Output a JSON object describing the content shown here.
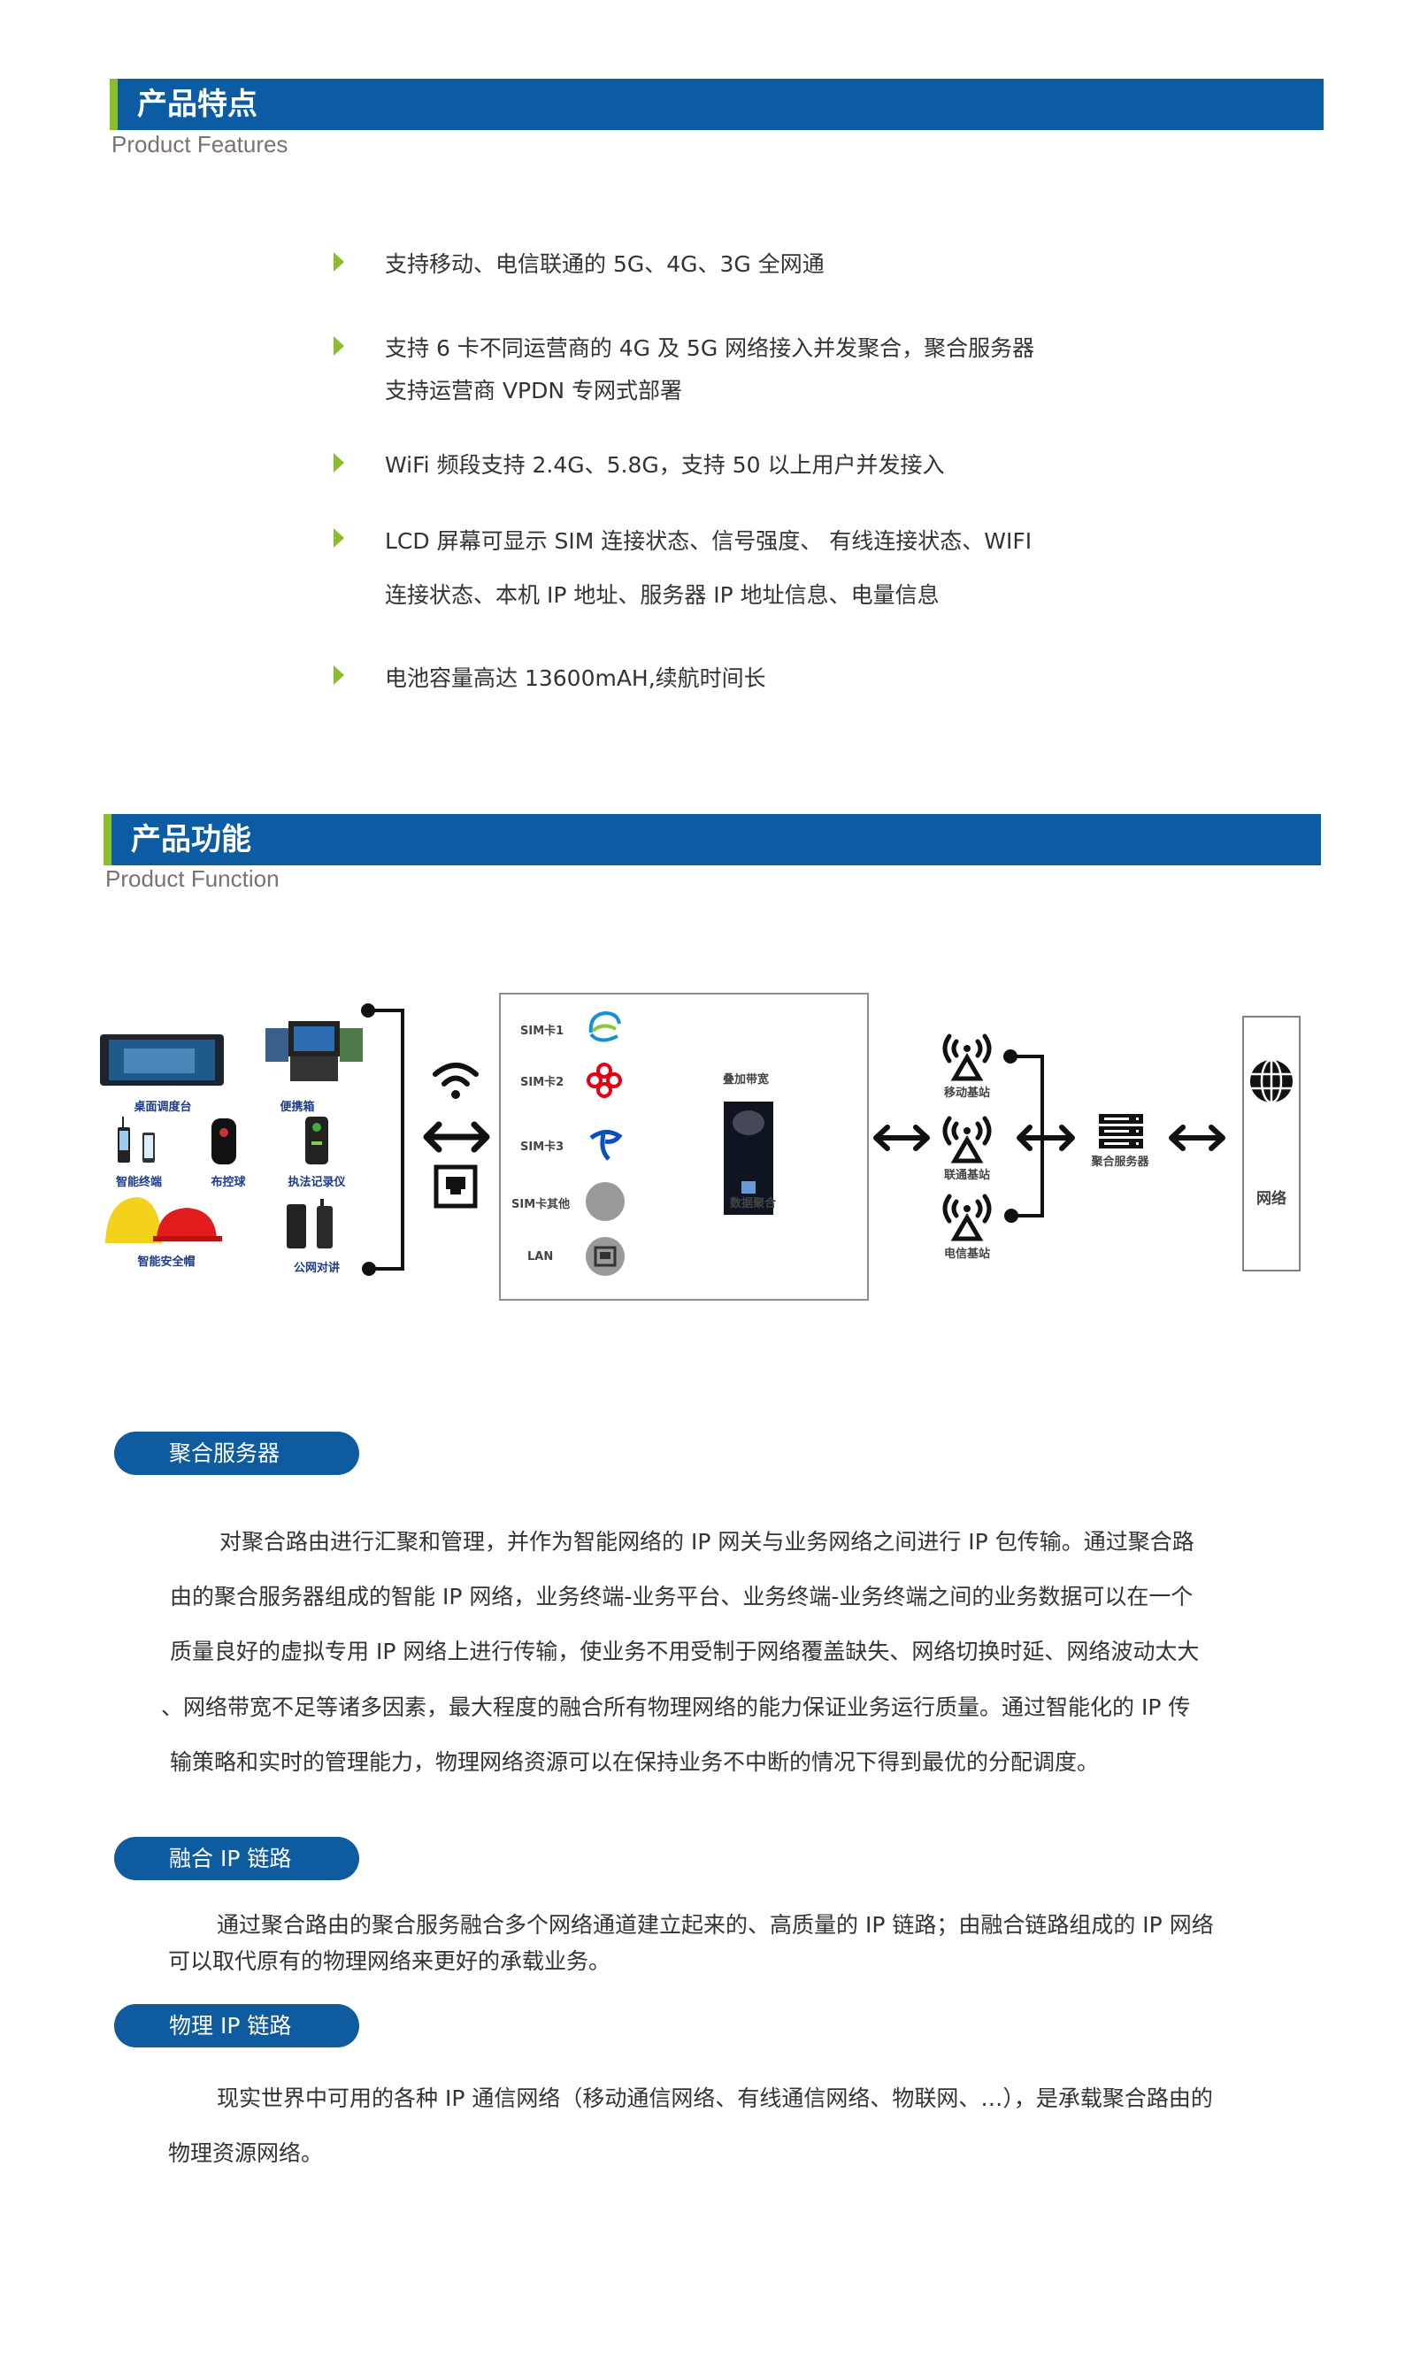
{
  "features": {
    "title": "产品特点",
    "subtitle": "Product Features",
    "items": [
      [
        "支持移动、电信联通的 5G、4G、3G 全网通"
      ],
      [
        "支持 6 卡不同运营商的 4G 及 5G 网络接入并发聚合，聚合服务器",
        "支持运营商 VPDN 专网式部署"
      ],
      [
        "WiFi 频段支持 2.4G、5.8G，支持 50 以上用户并发接入"
      ],
      [
        "LCD 屏幕可显示 SIM 连接状态、信号强度、 有线连接状态、WIFI",
        "连接状态、本机 IP 地址、服务器 IP 地址信息、电量信息"
      ],
      [
        "电池容量高达 13600mAH,续航时间长"
      ]
    ]
  },
  "functions": {
    "title": "产品功能",
    "subtitle": "Product Function"
  },
  "diagram": {
    "devices": [
      "桌面调度台",
      "便携箱",
      "智能终端",
      "布控球",
      "执法记录仪",
      "智能安全帽",
      "公网对讲"
    ],
    "sims": [
      "SIM卡1",
      "SIM卡2",
      "SIM卡3",
      "SIM卡其他",
      "LAN"
    ],
    "bandwidth_label": "叠加带宽",
    "aggregation_label": "数据聚合",
    "stations": [
      "移动基站",
      "联通基站",
      "电信基站"
    ],
    "server_label": "聚合服务器",
    "network_label": "网络",
    "colors": {
      "china_mobile": "#1a8fd8",
      "china_unicom": "#e60012",
      "china_telecom": "#0b4fc0"
    }
  },
  "sections": [
    {
      "title": "聚合服务器",
      "lines": [
        "对聚合路由进行汇聚和管理，并作为智能网络的 IP 网关与业务网络之间进行 IP 包传输。通过聚合路",
        "由的聚合服务器组成的智能 IP 网络，业务终端-业务平台、业务终端-业务终端之间的业务数据可以在一个",
        "质量良好的虚拟专用 IP 网络上进行传输，使业务不用受制于网络覆盖缺失、网络切换时延、网络波动太大",
        "、网络带宽不足等诸多因素，最大程度的融合所有物理网络的能力保证业务运行质量。通过智能化的 IP 传",
        "输策略和实时的管理能力，物理网络资源可以在保持业务不中断的情况下得到最优的分配调度。"
      ]
    },
    {
      "title": "融合 IP 链路",
      "lines": [
        "通过聚合路由的聚合服务融合多个网络通道建立起来的、高质量的 IP 链路；由融合链路组成的 IP 网络",
        "可以取代原有的物理网络来更好的承载业务。"
      ]
    },
    {
      "title": "物理 IP 链路",
      "lines": [
        "现实世界中可用的各种 IP 通信网络（移动通信网络、有线通信网络、物联网、…），是承载聚合路由的",
        "物理资源网络。"
      ]
    }
  ],
  "colors": {
    "header_blue": "#0b5ca3",
    "accent_green": "#8cbd2a",
    "pill_blue": "#0f5b9f"
  }
}
